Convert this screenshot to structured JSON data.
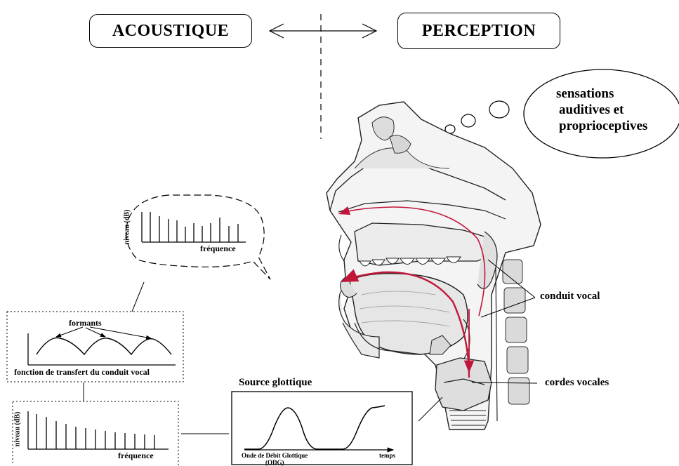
{
  "header": {
    "acoustique_label": "ACOUSTIQUE",
    "perception_label": "PERCEPTION"
  },
  "thought_bubble": {
    "line1": "sensations",
    "line2": "auditives  et",
    "line3": "proprioceptives"
  },
  "anatomy_labels": {
    "conduit_vocal": "conduit vocal",
    "cordes_vocales": "cordes vocales"
  },
  "output_spectrum": {
    "ylabel": "niveau (dB)",
    "xlabel": "fréquence"
  },
  "transfer_function": {
    "formants_label": "formants",
    "caption": "fonction de transfert du conduit vocal"
  },
  "source_spectrum": {
    "ylabel": "niveau (dB)",
    "xlabel": "fréquence"
  },
  "glottal_source": {
    "title": "Source glottique",
    "wave_label_line1": "Onde de Débit Glottique",
    "wave_label_line2": "(ODG)",
    "time_label": "temps"
  },
  "colors": {
    "airflow_arrow": "#c0163a",
    "ink": "#000000"
  }
}
